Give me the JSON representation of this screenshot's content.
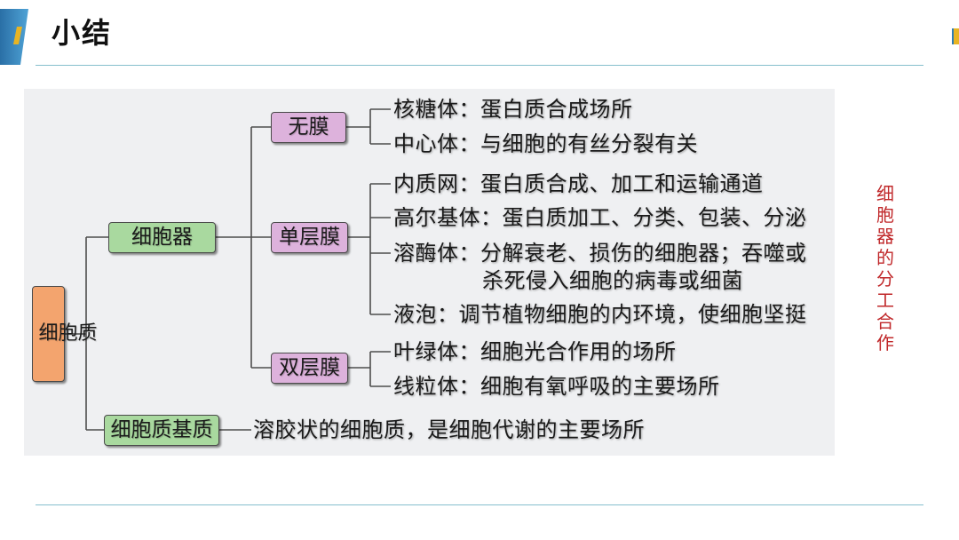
{
  "slide": {
    "title": "小结",
    "side_caption": "细胞器的分工合作"
  },
  "tree": {
    "root": "细胞质",
    "organelles": {
      "label": "细胞器",
      "groups": [
        {
          "label": "无膜",
          "items": [
            {
              "lines": [
                "核糖体：蛋白质合成场所"
              ]
            },
            {
              "lines": [
                "中心体：与细胞的有丝分裂有关"
              ]
            }
          ]
        },
        {
          "label": "单层膜",
          "items": [
            {
              "lines": [
                "内质网：蛋白质合成、加工和运输通道"
              ]
            },
            {
              "lines": [
                "高尔基体：蛋白质加工、分类、包装、分泌"
              ]
            },
            {
              "lines": [
                "溶酶体：分解衰老、损伤的细胞器；吞噬或",
                "杀死侵入细胞的病毒或细菌"
              ]
            },
            {
              "lines": [
                "液泡：调节植物细胞的内环境，使细胞坚挺"
              ]
            }
          ]
        },
        {
          "label": "双层膜",
          "items": [
            {
              "lines": [
                "叶绿体：细胞光合作用的场所"
              ]
            },
            {
              "lines": [
                "线粒体：细胞有氧呼吸的主要场所"
              ]
            }
          ]
        }
      ]
    },
    "matrix": {
      "label": "细胞质基质",
      "description": "溶胶状的细胞质，是细胞代谢的主要场所"
    }
  },
  "colors": {
    "root_fill": "#f3a46e",
    "organelle_fill": "#a9d99f",
    "membrane_fill": "#ddb2dc",
    "caption": "#c0282a",
    "rule": "#86bfcd",
    "accent": "#2e7db6",
    "gold": "#e8b423"
  }
}
